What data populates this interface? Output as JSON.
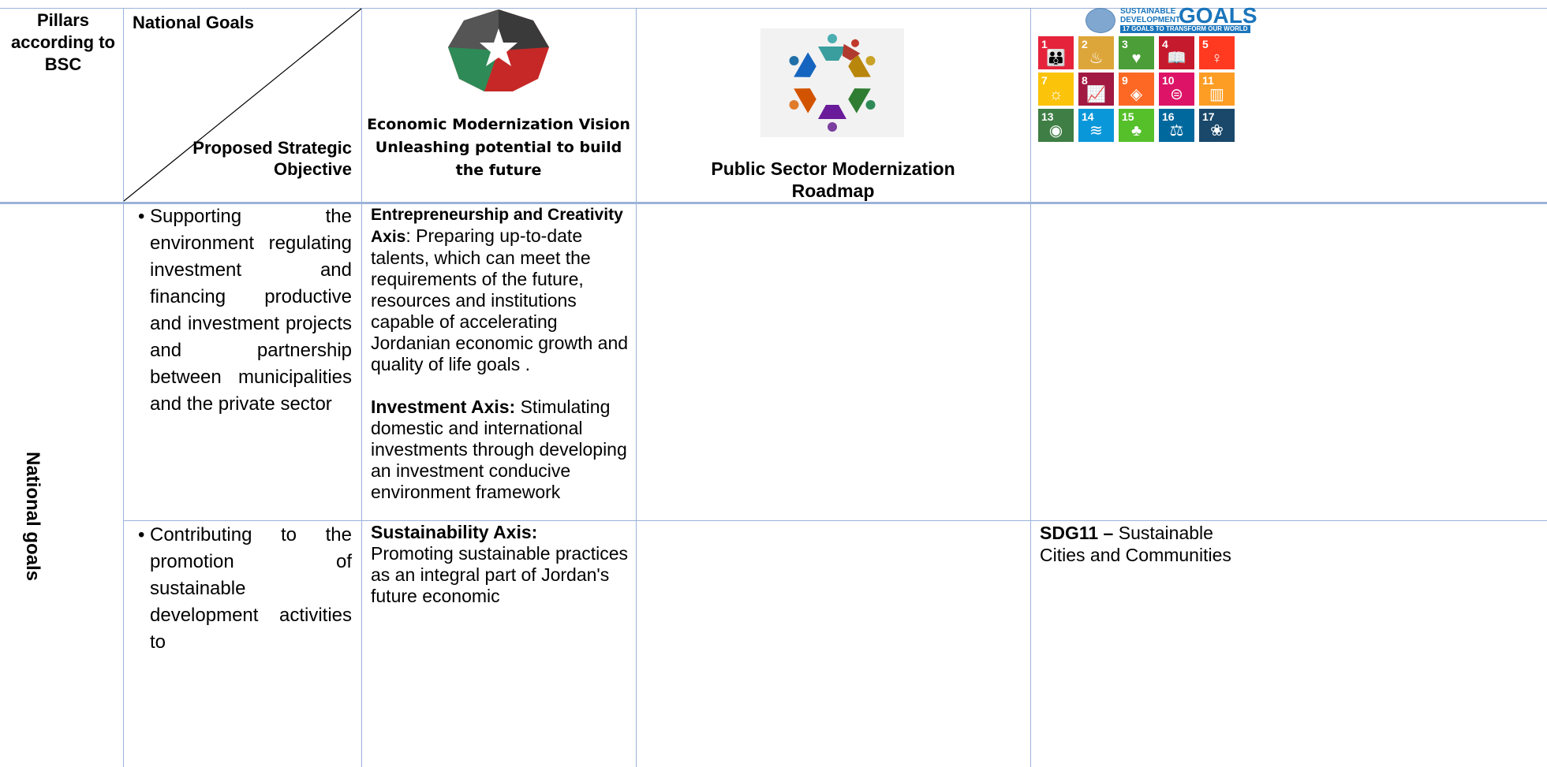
{
  "header": {
    "pillars": "Pillars according to BSC",
    "national_goals": "National Goals",
    "proposed_objective": "Proposed Strategic Objective",
    "emv_title_1": "Economic Modernization Vision",
    "emv_title_2": "Unleashing potential to build the future",
    "psm_title": "Public Sector Modernization Roadmap",
    "sdg_logo_line1": "SUSTAINABLE",
    "sdg_logo_line2": "DEVELOPMENT",
    "sdg_logo_goals": "GOALS",
    "sdg_logo_sub": "17 GOALS TO TRANSFORM OUR WORLD"
  },
  "sdg_tiles": [
    {
      "num": "1",
      "glyph": "👪",
      "color": "#e5243b"
    },
    {
      "num": "2",
      "glyph": "♨",
      "color": "#dda63a"
    },
    {
      "num": "3",
      "glyph": "♥",
      "color": "#4c9f38"
    },
    {
      "num": "4",
      "glyph": "📖",
      "color": "#c5192d"
    },
    {
      "num": "5",
      "glyph": "♀",
      "color": "#ff3a21"
    },
    {
      "num": "7",
      "glyph": "☼",
      "color": "#fcc30b"
    },
    {
      "num": "8",
      "glyph": "📈",
      "color": "#a21942"
    },
    {
      "num": "9",
      "glyph": "◈",
      "color": "#fd6925"
    },
    {
      "num": "10",
      "glyph": "⊜",
      "color": "#dd1367"
    },
    {
      "num": "11",
      "glyph": "▥",
      "color": "#fd9d24"
    },
    {
      "num": "13",
      "glyph": "◉",
      "color": "#3f7e44"
    },
    {
      "num": "14",
      "glyph": "≋",
      "color": "#0a97d9"
    },
    {
      "num": "15",
      "glyph": "♣",
      "color": "#56c02b"
    },
    {
      "num": "16",
      "glyph": "⚖",
      "color": "#00689d"
    },
    {
      "num": "17",
      "glyph": "❀",
      "color": "#19486a"
    }
  ],
  "row_label": "National goals",
  "row1": {
    "objective": "Supporting the environment regulating investment and financing productive and investment projects and partnership between municipalities and the private sector",
    "emv_axis1_title": "Entrepreneurship and Creativity Axis",
    "emv_axis1_text": ": Preparing up-to-date talents, which can meet the requirements of the future, resources and institutions capable of accelerating Jordanian economic growth and quality of life goals .",
    "emv_axis2_title": "Investment Axis:",
    "emv_axis2_text": " Stimulating domestic and international investments through developing an investment conducive environment framework"
  },
  "row2": {
    "objective": "Contributing to the promotion of sustainable development activities to",
    "emv_axis_title": "Sustainability Axis:",
    "emv_axis_text": "Promoting sustainable practices as an integral part of Jordan's future economic",
    "sdg_code": "SDG11 –",
    "sdg_text": " Sustainable Cities and Communities"
  },
  "bullet": "•"
}
